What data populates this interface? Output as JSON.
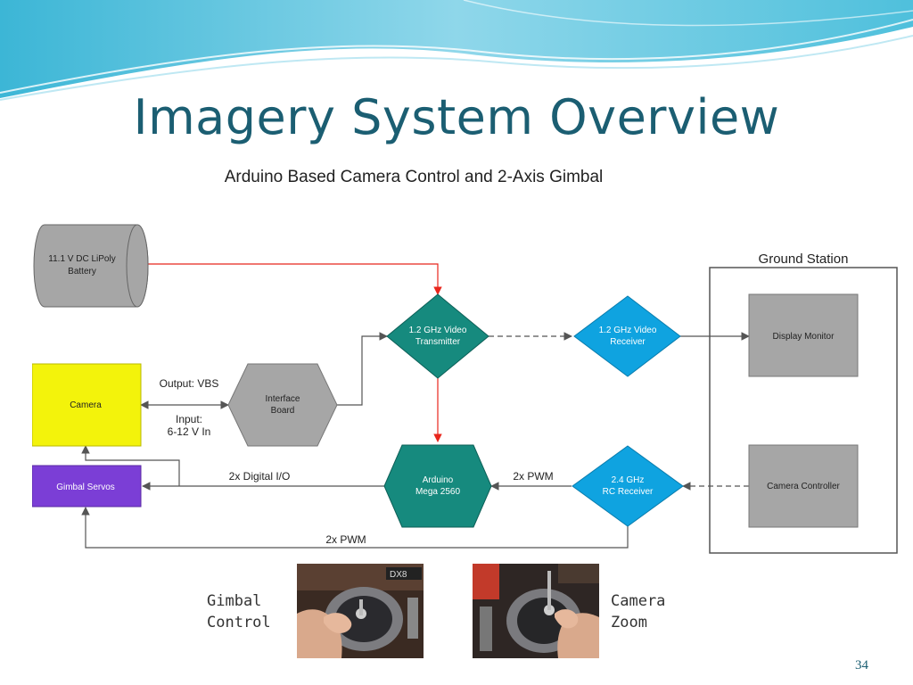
{
  "slide": {
    "title": "Imagery System Overview",
    "page_number": "34"
  },
  "diagram": {
    "title": "Arduino Based Camera Control and 2-Axis Gimbal",
    "ground_station_label": "Ground Station",
    "nodes": {
      "battery": [
        "11.1 V DC LiPoly",
        "Battery"
      ],
      "video_tx": [
        "1.2 GHz Video",
        "Transmitter"
      ],
      "video_rx": [
        "1.2 GHz Video",
        "Receiver"
      ],
      "display": "Display Monitor",
      "camera": "Camera",
      "interface": [
        "Interface",
        "Board"
      ],
      "gimbal": "Gimbal Servos",
      "arduino": [
        "Arduino",
        "Mega 2560"
      ],
      "rc_rx": [
        "2.4 GHz",
        "RC Receiver"
      ],
      "cam_ctrl": "Camera Controller"
    },
    "edge_labels": {
      "output": "Output: VBS",
      "input": [
        "Input:",
        "6-12 V In"
      ],
      "digital_io": "2x Digital I/O",
      "pwm_top": "2x PWM",
      "pwm_bottom": "2x PWM"
    },
    "colors": {
      "teal": "#168a7e",
      "blue": "#0fa3e0",
      "yellow": "#f3f30b",
      "purple": "#7b3ed6",
      "gray": "#a6a6a6",
      "red": "#e8261c"
    }
  },
  "photos": {
    "left_caption": [
      "Gimbal",
      "Control"
    ],
    "right_caption": [
      "Camera",
      "Zoom"
    ]
  }
}
